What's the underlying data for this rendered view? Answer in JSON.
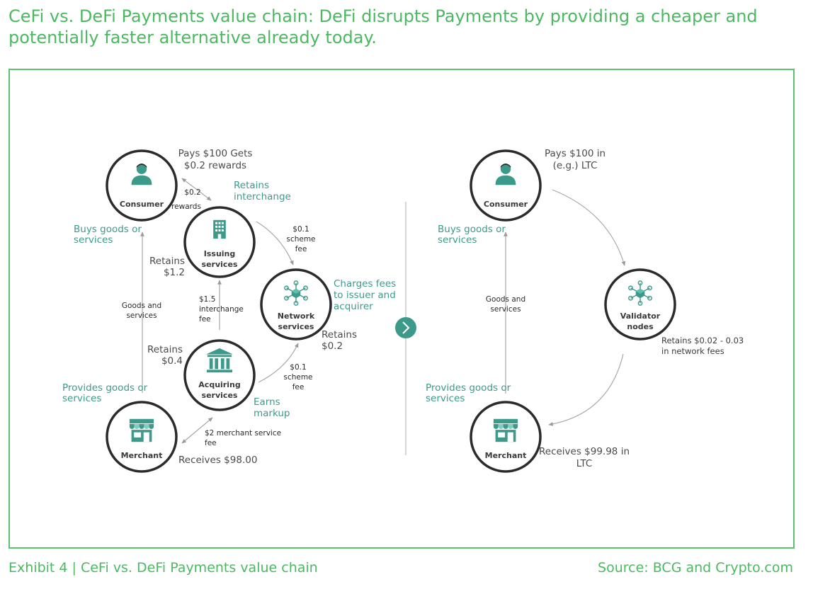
{
  "title": {
    "line1": "CeFi vs. DeFi Payments value chain: DeFi disrupts Payments by providing a cheaper and",
    "line2": "potentially faster alternative already today."
  },
  "footer": {
    "exhibit": "Exhibit 4 | CeFi vs. DeFi Payments value chain",
    "source": "Source: BCG and Crypto.com"
  },
  "colors": {
    "green": "#4cb862",
    "teal": "#3d9a8a",
    "node_border": "#2b2b2b",
    "arrow": "#b0b0b0"
  },
  "cefi": {
    "nodes": {
      "consumer": "Consumer",
      "issuing": [
        "Issuing",
        "services"
      ],
      "network": [
        "Network",
        "services"
      ],
      "acquiring": [
        "Acquiring",
        "services"
      ],
      "merchant": "Merchant"
    },
    "consumer_pays": [
      "Pays $100 Gets",
      "$0.2 rewards"
    ],
    "rewards": [
      "$0.2",
      "rewards"
    ],
    "retains_interchange": [
      "Retains",
      "interchange"
    ],
    "buys_goods": [
      "Buys goods or",
      "services"
    ],
    "scheme_fee_top": [
      "$0.1",
      "scheme",
      "fee"
    ],
    "retains_issuer": [
      "Retains",
      "$1.2"
    ],
    "charges_fees": [
      "Charges fees",
      "to issuer and",
      "acquirer"
    ],
    "goods_and_services": [
      "Goods and",
      "services"
    ],
    "interchange_fee": [
      "$1.5",
      "interchange",
      "fee"
    ],
    "retains_network": [
      "Retains",
      "$0.2"
    ],
    "retains_acquirer": [
      "Retains",
      "$0.4"
    ],
    "scheme_fee_bottom": [
      "$0.1",
      "scheme",
      "fee"
    ],
    "provides_goods": [
      "Provides goods or",
      "services"
    ],
    "earns_markup": [
      "Earns",
      "markup"
    ],
    "merchant_fee": [
      "$2 merchant service",
      "fee"
    ],
    "receives": "Receives $98.00"
  },
  "defi": {
    "nodes": {
      "consumer": "Consumer",
      "validator": [
        "Validator",
        "nodes"
      ],
      "merchant": "Merchant"
    },
    "consumer_pays": [
      "Pays $100 in",
      "(e.g.) LTC"
    ],
    "buys_goods": [
      "Buys goods or",
      "services"
    ],
    "goods_and_services": [
      "Goods and",
      "services"
    ],
    "retains_validator": [
      "Retains $0.02 - 0.03",
      "in network fees"
    ],
    "provides_goods": [
      "Provides goods or",
      "services"
    ],
    "receives": [
      "Receives $99.98 in",
      "LTC"
    ]
  },
  "icons": [
    "person-icon",
    "building-icon",
    "network-icon",
    "bank-icon",
    "store-icon",
    "chevron-right-icon"
  ]
}
